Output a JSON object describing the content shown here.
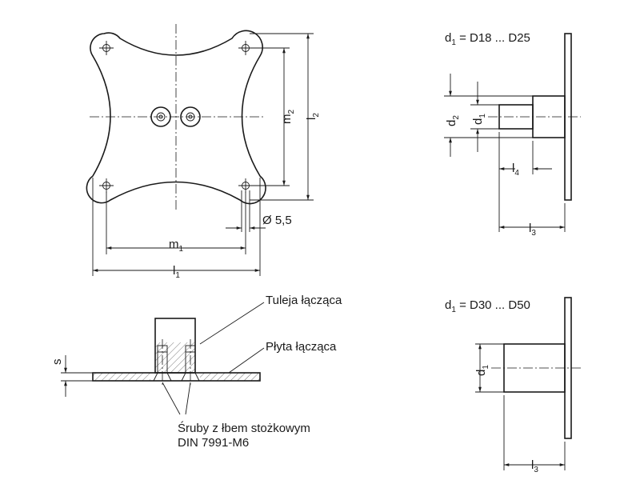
{
  "dims": {
    "l1": "l",
    "l1_sub": "1",
    "m1": "m",
    "m1_sub": "1",
    "m2": "m",
    "m2_sub": "2",
    "l2": "l",
    "l2_sub": "2",
    "hole_dia": "Ø 5,5",
    "d1": "d",
    "d1_sub": "1",
    "d2": "d",
    "d2_sub": "2",
    "l3": "l",
    "l3_sub": "3",
    "l4": "l",
    "l4_sub": "4",
    "s": "s"
  },
  "variant_a": {
    "range_prefix": "d",
    "range_sub": "1",
    "range_text": " = D18 ... D25"
  },
  "variant_b": {
    "range_prefix": "d",
    "range_sub": "1",
    "range_text": " = D30 ... D50"
  },
  "labels": {
    "bushing": "Tuleja łącząca",
    "plate": "Płyta łącząca",
    "screws_line1": "Śruby z łbem stożkowym",
    "screws_line2": "DIN 7991-M6"
  }
}
